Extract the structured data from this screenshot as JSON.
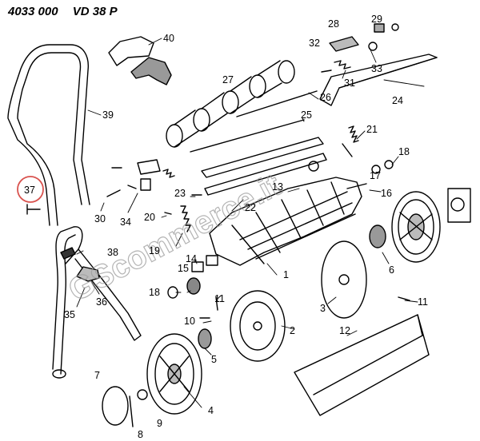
{
  "header": {
    "part_number": "4033 000",
    "model": "VD 38 P"
  },
  "watermark": "GScommerce.it",
  "highlight_color": "#d9534f",
  "highlighted_part": "37",
  "labels": {
    "p1": "1",
    "p2": "2",
    "p3": "3",
    "p4": "4",
    "p5": "5",
    "p6": "6",
    "p7": "7",
    "p8": "8",
    "p9": "9",
    "p10": "10",
    "p11a": "11",
    "p11b": "11",
    "p12": "12",
    "p13": "13",
    "p14": "14",
    "p15": "15",
    "p16": "16",
    "p17": "17",
    "p18a": "18",
    "p18b": "18",
    "p19": "19",
    "p20": "20",
    "p21": "21",
    "p22": "22",
    "p23": "23",
    "p24": "24",
    "p25": "25",
    "p26": "26",
    "p27": "27",
    "p28": "28",
    "p29": "29",
    "p30": "30",
    "p31": "31",
    "p32": "32",
    "p33": "33",
    "p34": "34",
    "p35": "35",
    "p36": "36",
    "p37": "37",
    "p38": "38",
    "p39": "39",
    "p40": "40"
  }
}
